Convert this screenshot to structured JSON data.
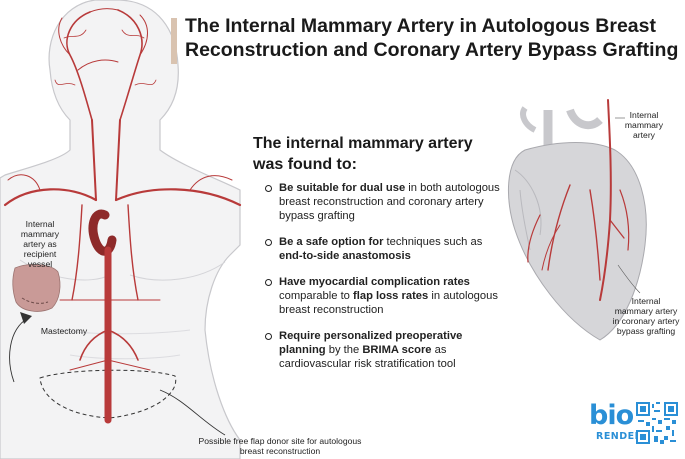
{
  "title": {
    "line1": "The Internal Mammary Artery in Autologous Breast",
    "line2": "Reconstruction and Coronary Artery Bypass Grafting"
  },
  "headline": "The internal mammary artery was found to:",
  "findings": [
    {
      "bold": "Be suitable for dual use",
      "text": " in both autologous breast reconstruction and coronary artery bypass grafting"
    },
    {
      "bold": "Be a safe option for",
      "text": " techniques such as ",
      "bold2": "end-to-side anastomosis"
    },
    {
      "bold": "Have myocardial complication rates",
      "text": " comparable to ",
      "bold2": "flap loss rates",
      "text2": " in autologous breast reconstruction"
    },
    {
      "bold": "Require personalized preoperative planning",
      "text": " by the ",
      "bold2": "BRIMA score",
      "text2": " as cardiovascular risk stratification tool"
    }
  ],
  "labels": {
    "recipient_line1": "Internal",
    "recipient_line2": "mammary",
    "recipient_line3": "artery as",
    "recipient_line4": "recipient",
    "recipient_line5": "vessel",
    "mastectomy": "Mastectomy",
    "donor_line1": "Possible free flap donor site for autologous",
    "donor_line2": "breast reconstruction",
    "ima_line1": "Internal",
    "ima_line2": "mammary",
    "ima_line3": "artery",
    "cabg_line1": "Internal",
    "cabg_line2": "mammary artery",
    "cabg_line3": "in coronary artery",
    "cabg_line4": "bypass grafting"
  },
  "logo": {
    "bio": "bio",
    "render": "RENDER"
  },
  "colors": {
    "artery": "#b83a3a",
    "artery_dark": "#8e2a2a",
    "body_fill": "#f3f3f4",
    "body_stroke": "#c8c8cc",
    "title_accent": "#d9c3b0",
    "flap": "#c99a97",
    "heart": "#d6d6d9",
    "logo_blue": "#2a8fd6"
  }
}
